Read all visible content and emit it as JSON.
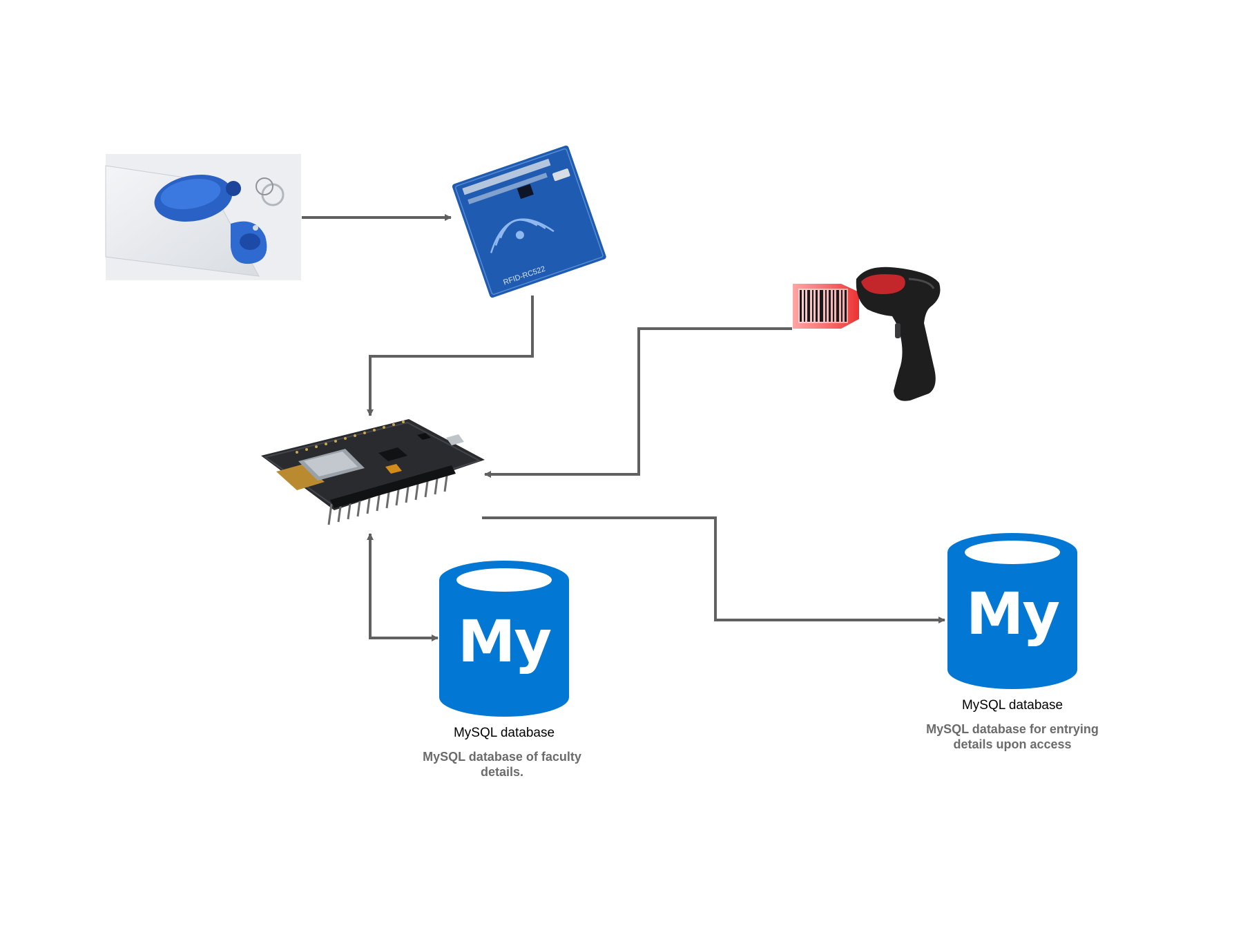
{
  "colors": {
    "connector": "#606060",
    "mysql_blue": "#0277d4",
    "board_blue": "#1f5bb0",
    "caption_text": "#000000",
    "description_text": "#6b6b6b"
  },
  "nodes": {
    "rfid_tags": {
      "icon": "rfid-tags-photo"
    },
    "rfid_reader": {
      "icon": "rfid-reader-module",
      "silk_label": "RFID-RC522"
    },
    "barcode_scanner": {
      "icon": "barcode-scanner"
    },
    "nodemcu": {
      "icon": "nodemcu-esp8266-board"
    },
    "db_faculty": {
      "icon": "mysql-database-icon",
      "logo_text": "My",
      "caption": "MySQL database",
      "description_line1": "MySQL database of faculty",
      "description_line2": "details."
    },
    "db_access": {
      "icon": "mysql-database-icon",
      "logo_text": "My",
      "caption": "MySQL database",
      "description_line1": "MySQL database for entrying",
      "description_line2": "details upon access"
    }
  },
  "connections": [
    {
      "from": "rfid_tags",
      "to": "rfid_reader"
    },
    {
      "from": "rfid_reader",
      "to": "nodemcu"
    },
    {
      "from": "barcode_scanner",
      "to": "nodemcu"
    },
    {
      "from": "nodemcu",
      "to": "db_faculty",
      "bidirectional": true
    },
    {
      "from": "nodemcu",
      "to": "db_access"
    }
  ]
}
